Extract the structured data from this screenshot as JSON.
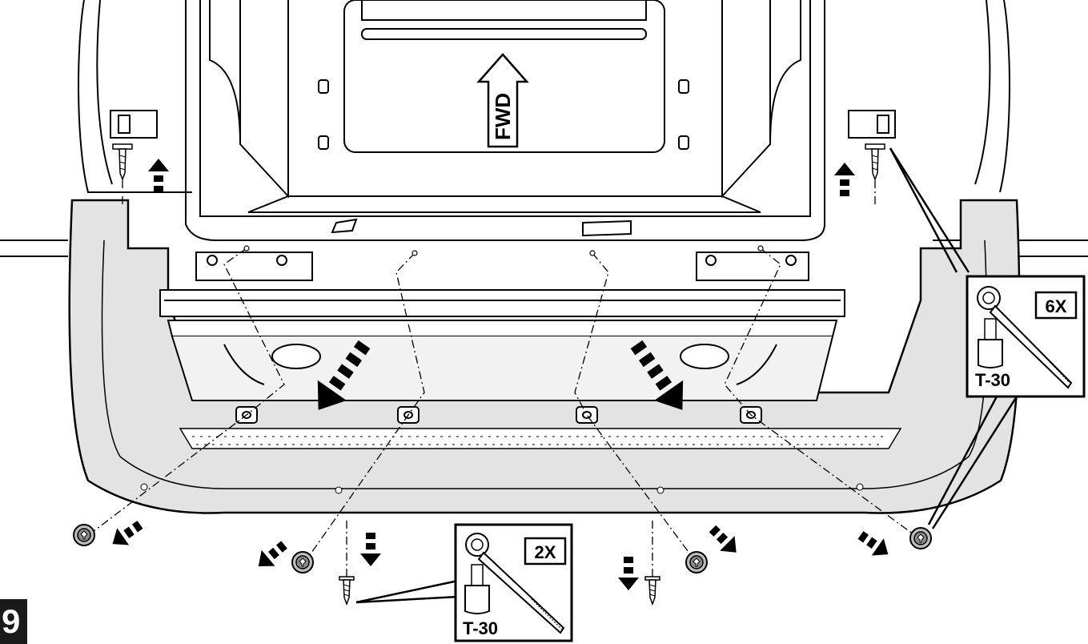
{
  "direction_label": "FWD",
  "callout_right": {
    "quantity": "6X",
    "bit_size": "T-30",
    "tool_icon": "ratchet-icon",
    "bit_icon": "torx-bit-icon"
  },
  "callout_bottom": {
    "quantity": "2X",
    "bit_size": "T-30",
    "tool_icon": "ratchet-icon",
    "bit_icon": "torx-bit-icon"
  },
  "step_number": "9",
  "colors": {
    "line": "#000000",
    "bumper_fill": "#e3e3e3",
    "background": "#ffffff"
  }
}
